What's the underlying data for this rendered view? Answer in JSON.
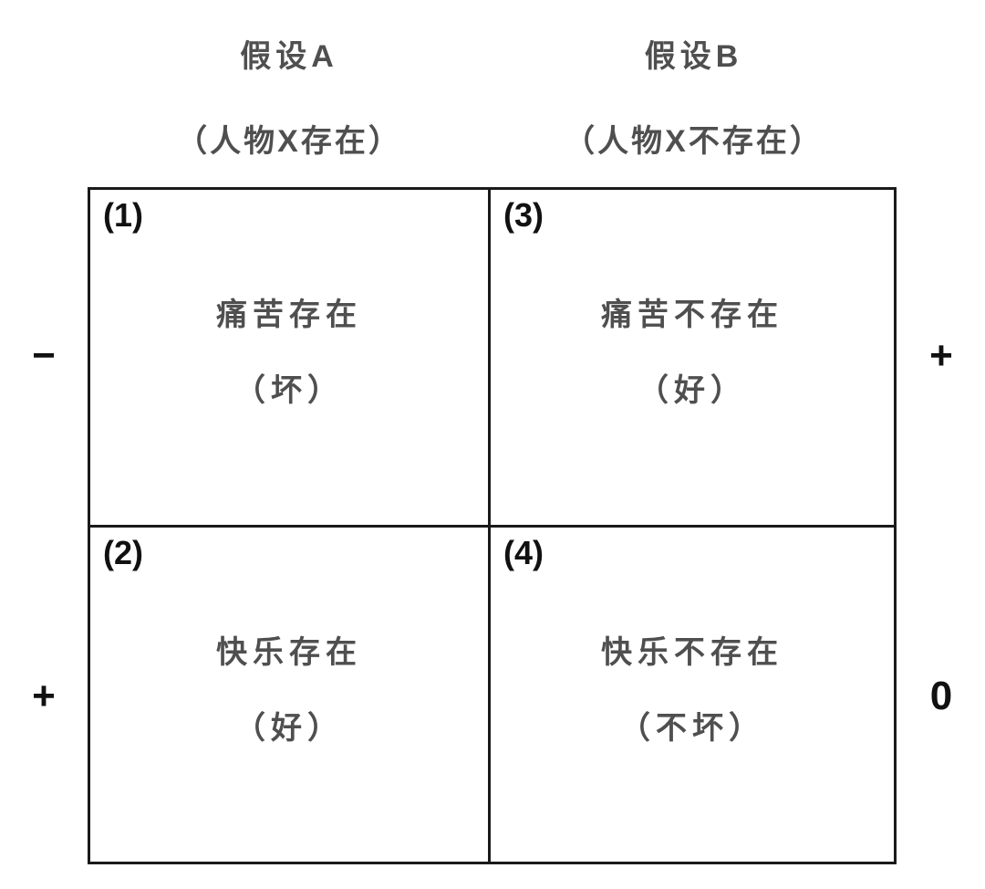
{
  "page": {
    "background": "#ffffff"
  },
  "matrix": {
    "col_headers": [
      {
        "title": "假设A",
        "subtitle": "（人物X存在）"
      },
      {
        "title": "假设B",
        "subtitle": "（人物X不存在）"
      }
    ],
    "cells": [
      {
        "num": "(1)",
        "line1": "痛苦存在",
        "line2": "（坏）"
      },
      {
        "num": "(3)",
        "line1": "痛苦不存在",
        "line2": "（好）"
      },
      {
        "num": "(2)",
        "line1": "快乐存在",
        "line2": "（好）"
      },
      {
        "num": "(4)",
        "line1": "快乐不存在",
        "line2": "（不坏）"
      }
    ],
    "axis_labels": {
      "left_top": "−",
      "left_bottom": "+",
      "right_top": "+",
      "right_bottom": "0"
    },
    "colors": {
      "text_gray": "#4f4f4f",
      "text_black": "#111111",
      "border": "#1a1a1a",
      "background": "#ffffff"
    }
  }
}
